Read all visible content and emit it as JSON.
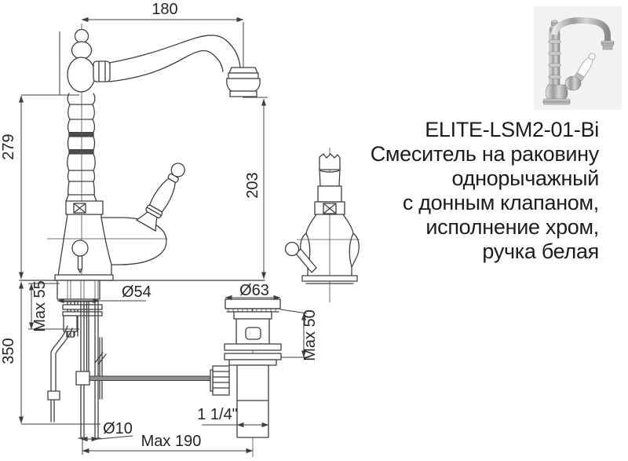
{
  "product": {
    "code": "ELITE-LSM2-01-Bi",
    "line2": "Смеситель на раковину",
    "line3": "однорычажный",
    "line4": "с донным клапаном,",
    "line5": "исполнение хром,",
    "line6": "ручка белая"
  },
  "dimensions": {
    "spout_reach": "180",
    "total_height": "279",
    "spout_height": "203",
    "deck_thickness_max": "Max 55",
    "base_diameter": "Ø54",
    "supply_length": "350",
    "drain_flange_diameter": "Ø63",
    "drain_body_max": "Max 50",
    "drain_thread": "1 1/4\"",
    "hose_diameter": "Ø10",
    "drain_offset_max": "Max 190"
  },
  "colors": {
    "background": "#ffffff",
    "line": "#3f3f3f",
    "text": "#262626",
    "photo_background": "#f2f2f2"
  }
}
